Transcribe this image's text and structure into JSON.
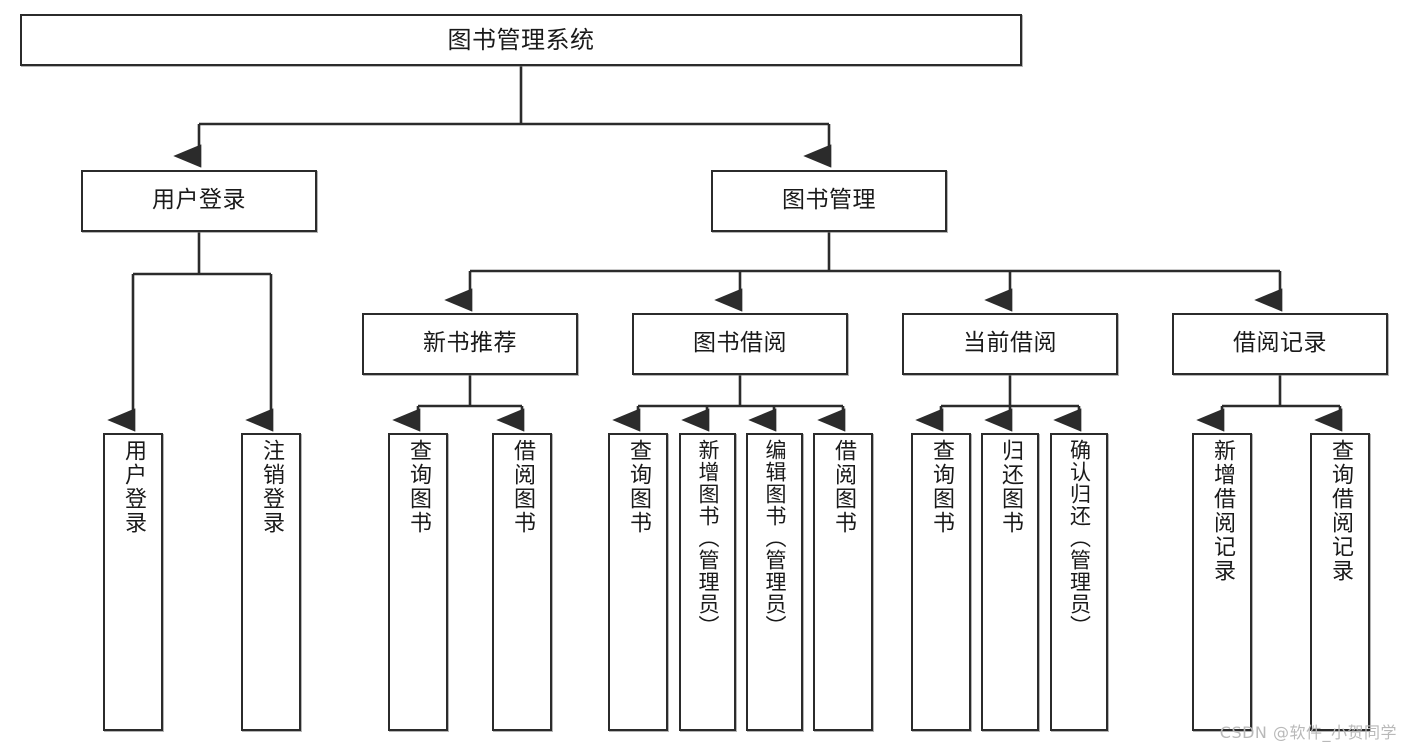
{
  "diagram": {
    "title": "图书管理系统",
    "type": "tree-hierarchy",
    "watermark": "CSDN @软件_小贺同学",
    "colors": {
      "box_border": "#2b2b2b",
      "box_fill": "#ffffff",
      "edge": "#2b2b2b",
      "text": "#1a1a1a",
      "watermark": "#b9b9b9",
      "background": "#ffffff"
    },
    "root": {
      "id": "root",
      "label": "图书管理系统"
    },
    "level1": [
      {
        "id": "user-login",
        "label": "用户登录"
      },
      {
        "id": "book-manage",
        "label": "图书管理"
      }
    ],
    "level2": [
      {
        "id": "new-book-rec",
        "label": "新书推荐",
        "parent": "book-manage"
      },
      {
        "id": "book-borrow",
        "label": "图书借阅",
        "parent": "book-manage"
      },
      {
        "id": "current-borrow",
        "label": "当前借阅",
        "parent": "book-manage"
      },
      {
        "id": "borrow-record",
        "label": "借阅记录",
        "parent": "book-manage"
      }
    ],
    "leaves": {
      "user-login": [
        {
          "id": "leaf-user-login",
          "label": "用户登录"
        },
        {
          "id": "leaf-logout",
          "label": "注销登录"
        }
      ],
      "new-book-rec": [
        {
          "id": "leaf-query-book-1",
          "label": "查询图书"
        },
        {
          "id": "leaf-borrow-book-1",
          "label": "借阅图书"
        }
      ],
      "book-borrow": [
        {
          "id": "leaf-query-book-2",
          "label": "查询图书"
        },
        {
          "id": "leaf-add-book",
          "label": "新增图书（管理员）"
        },
        {
          "id": "leaf-edit-book",
          "label": "编辑图书（管理员）"
        },
        {
          "id": "leaf-borrow-book-2",
          "label": "借阅图书"
        }
      ],
      "current-borrow": [
        {
          "id": "leaf-query-book-3",
          "label": "查询图书"
        },
        {
          "id": "leaf-return-book",
          "label": "归还图书"
        },
        {
          "id": "leaf-confirm-return",
          "label": "确认归还（管理员）"
        }
      ],
      "borrow-record": [
        {
          "id": "leaf-add-record",
          "label": "新增借阅记录"
        },
        {
          "id": "leaf-query-record",
          "label": "查询借阅记录"
        }
      ]
    }
  }
}
